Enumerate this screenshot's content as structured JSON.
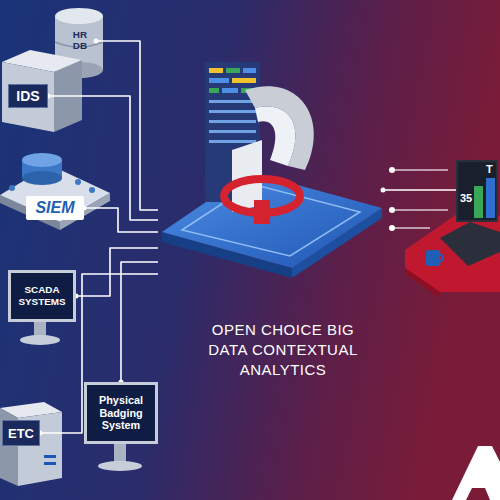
{
  "diagram": {
    "nodes": [
      {
        "text": [
          "HR DB"
        ]
      },
      {
        "text": [
          "IDS"
        ]
      },
      {
        "text": [
          "SIEM"
        ]
      },
      {
        "text": [
          "SCADA SYSTEMS"
        ]
      },
      {
        "text": [
          "Physical Badging System"
        ]
      },
      {
        "text": [
          "ETC"
        ]
      },
      {
        "text": [
          "OPEN CHOICE BIG DATA CONTEXTUAL ANALYTICS"
        ]
      },
      {
        "text": [
          "35",
          "T"
        ]
      }
    ],
    "edges": [
      {
        "from": 0,
        "to": 6,
        "arrow": "none"
      },
      {
        "from": 1,
        "to": 6,
        "arrow": "none"
      },
      {
        "from": 2,
        "to": 6,
        "arrow": "none"
      },
      {
        "from": 3,
        "to": 6,
        "arrow": "none"
      },
      {
        "from": 4,
        "to": 6,
        "arrow": "none"
      },
      {
        "from": 5,
        "to": 6,
        "arrow": "none"
      },
      {
        "from": 6,
        "to": 7,
        "arrow": "none"
      }
    ]
  }
}
